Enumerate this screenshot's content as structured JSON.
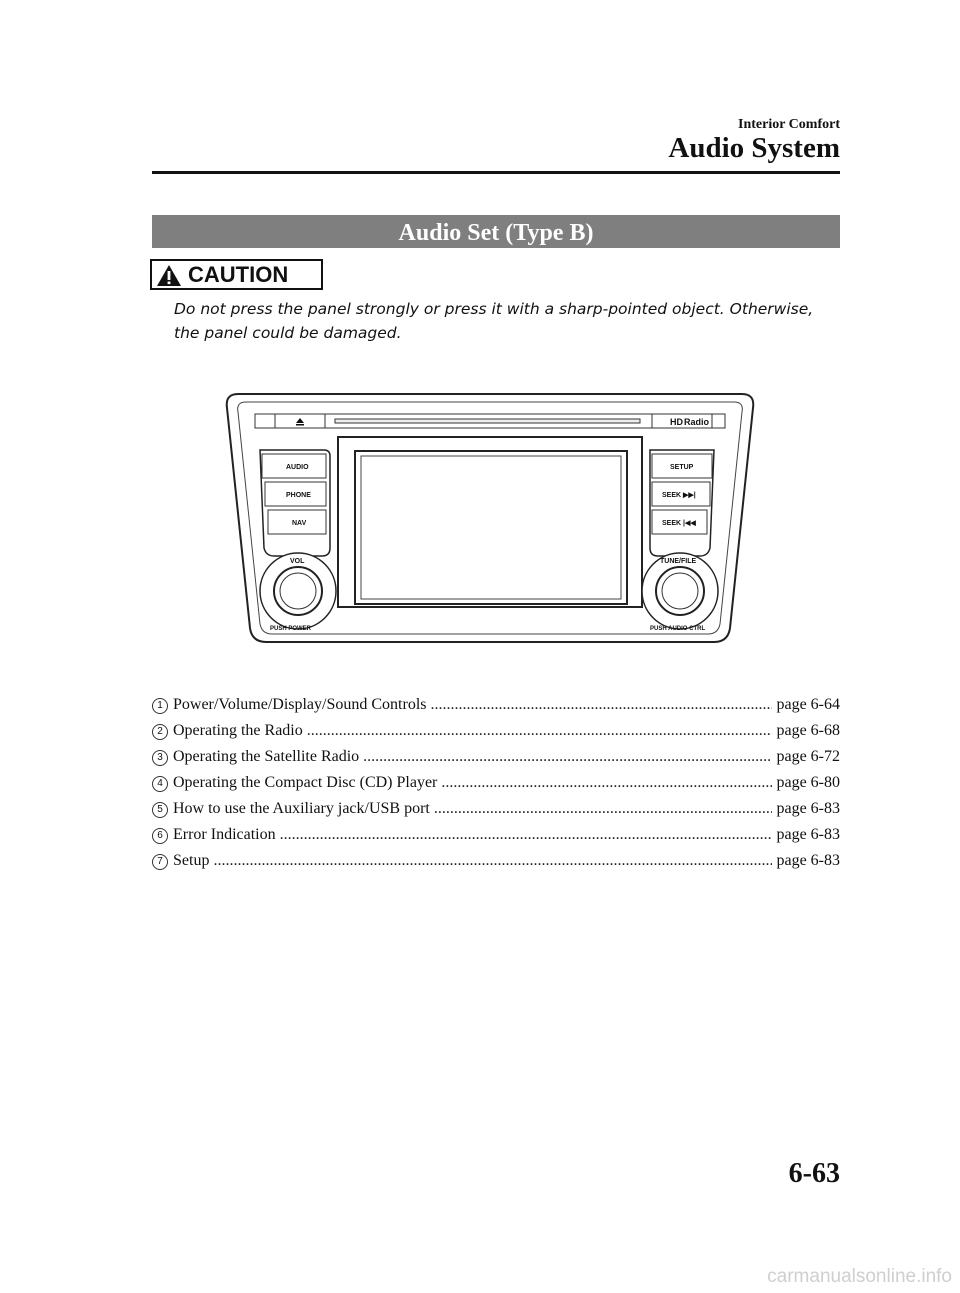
{
  "header": {
    "kicker": "Interior Comfort",
    "title": "Audio System"
  },
  "section": {
    "banner": "Audio Set (Type B)"
  },
  "caution": {
    "label": "CAUTION",
    "icon": "warning-triangle-icon",
    "text": "Do not press the panel strongly or press it with a sharp-pointed object. Otherwise, the panel could be damaged."
  },
  "diagram": {
    "hd_radio": "Radio",
    "left_buttons": [
      "AUDIO",
      "PHONE",
      "NAV"
    ],
    "right_buttons": [
      "SETUP",
      "SEEK ▶▶|",
      "SEEK |◀◀"
    ],
    "vol_label": "VOL",
    "vol_sub": "PUSH POWER",
    "tune_label": "TUNE/FILE",
    "tune_sub": "PUSH AUDIO CTRL"
  },
  "toc": [
    {
      "num": "1",
      "title": "Power/Volume/Display/Sound Controls",
      "page": "page 6-64"
    },
    {
      "num": "2",
      "title": "Operating the Radio",
      "page": "page 6-68"
    },
    {
      "num": "3",
      "title": "Operating the Satellite Radio",
      "page": "page 6-72"
    },
    {
      "num": "4",
      "title": "Operating the Compact Disc (CD) Player",
      "page": "page 6-80"
    },
    {
      "num": "5",
      "title": "How to use the Auxiliary jack/USB port",
      "page": "page 6-83"
    },
    {
      "num": "6",
      "title": "Error Indication",
      "page": "page 6-83"
    },
    {
      "num": "7",
      "title": "Setup",
      "page": "page 6-83"
    }
  ],
  "footer": {
    "page_number": "6-63",
    "watermark": "carmanualsonline.info"
  }
}
